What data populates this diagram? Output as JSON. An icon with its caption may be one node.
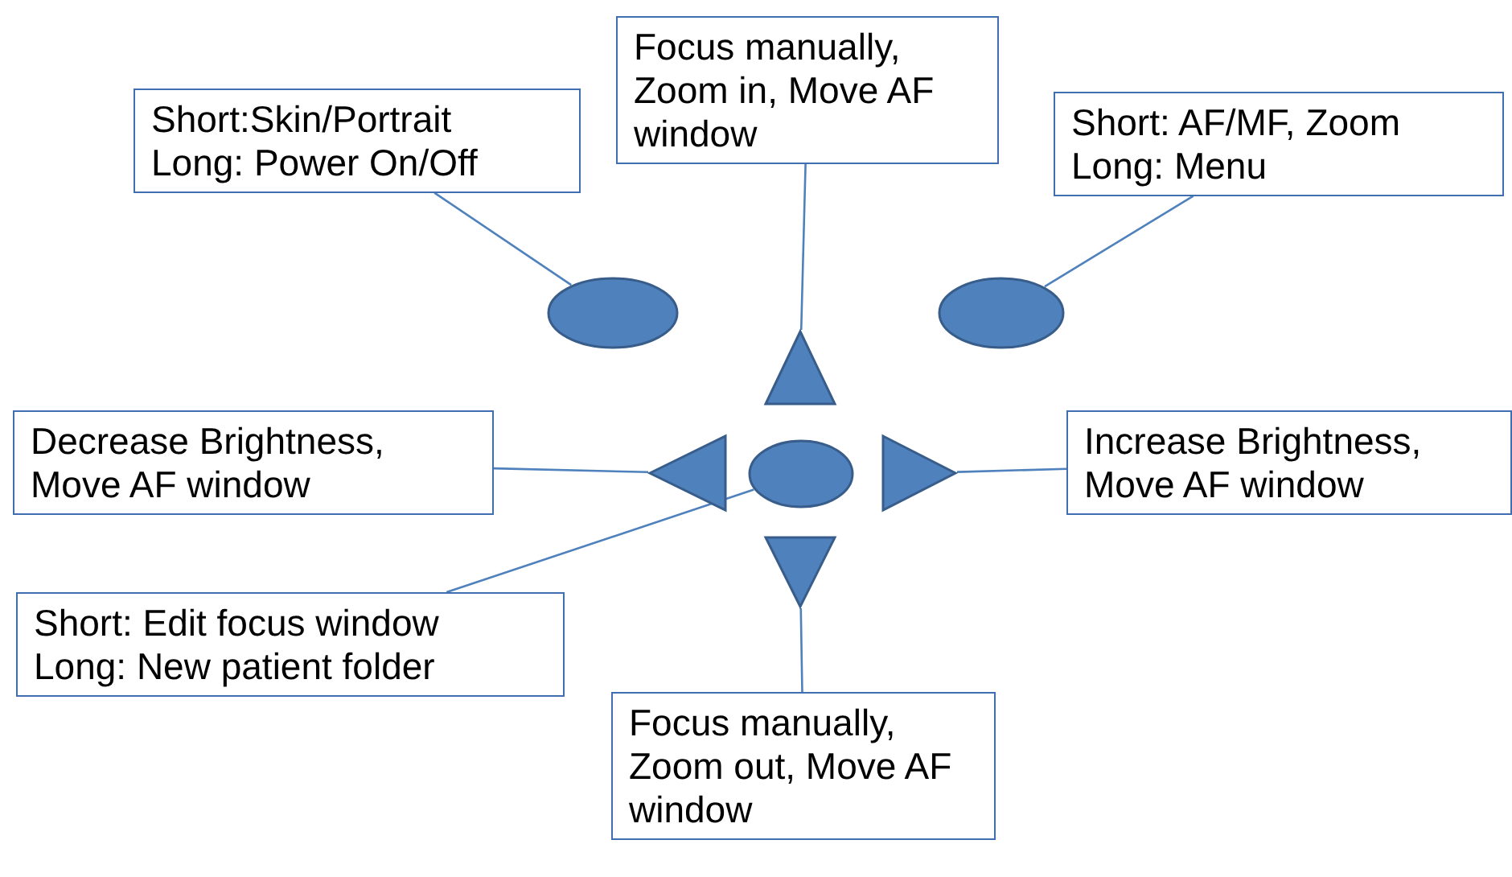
{
  "diagram": {
    "nodes": [
      {
        "text": [
          "Focus manually, Zoom in, Move AF window"
        ]
      },
      {
        "text": [
          "Short:Skin/Portrait",
          "Long: Power On/Off"
        ]
      },
      {
        "text": [
          "Short: AF/MF, Zoom",
          "Long: Menu"
        ]
      },
      {
        "text": [],
        "shape": "ellipse"
      },
      {
        "text": [],
        "shape": "ellipse"
      },
      {
        "text": [],
        "shape": "triangle-up"
      },
      {
        "text": [
          "Decrease Brightness, Move AF window"
        ]
      },
      {
        "text": [],
        "shape": "triangle-left"
      },
      {
        "text": [],
        "shape": "ellipse"
      },
      {
        "text": [],
        "shape": "triangle-right"
      },
      {
        "text": [
          "Increase Brightness, Move AF window"
        ]
      },
      {
        "text": [
          "Short: Edit focus window",
          "Long: New patient folder"
        ]
      },
      {
        "text": [],
        "shape": "triangle-down"
      },
      {
        "text": [
          "Focus manually, Zoom out, Move AF window"
        ]
      }
    ],
    "edges": [
      {
        "from": 1,
        "to": 3,
        "arrow": "none"
      },
      {
        "from": 0,
        "to": 5,
        "arrow": "none"
      },
      {
        "from": 2,
        "to": 4,
        "arrow": "none"
      },
      {
        "from": 6,
        "to": 7,
        "arrow": "none"
      },
      {
        "from": 10,
        "to": 9,
        "arrow": "none"
      },
      {
        "from": 11,
        "to": 8,
        "arrow": "none"
      },
      {
        "from": 13,
        "to": 12,
        "arrow": "none"
      }
    ]
  }
}
